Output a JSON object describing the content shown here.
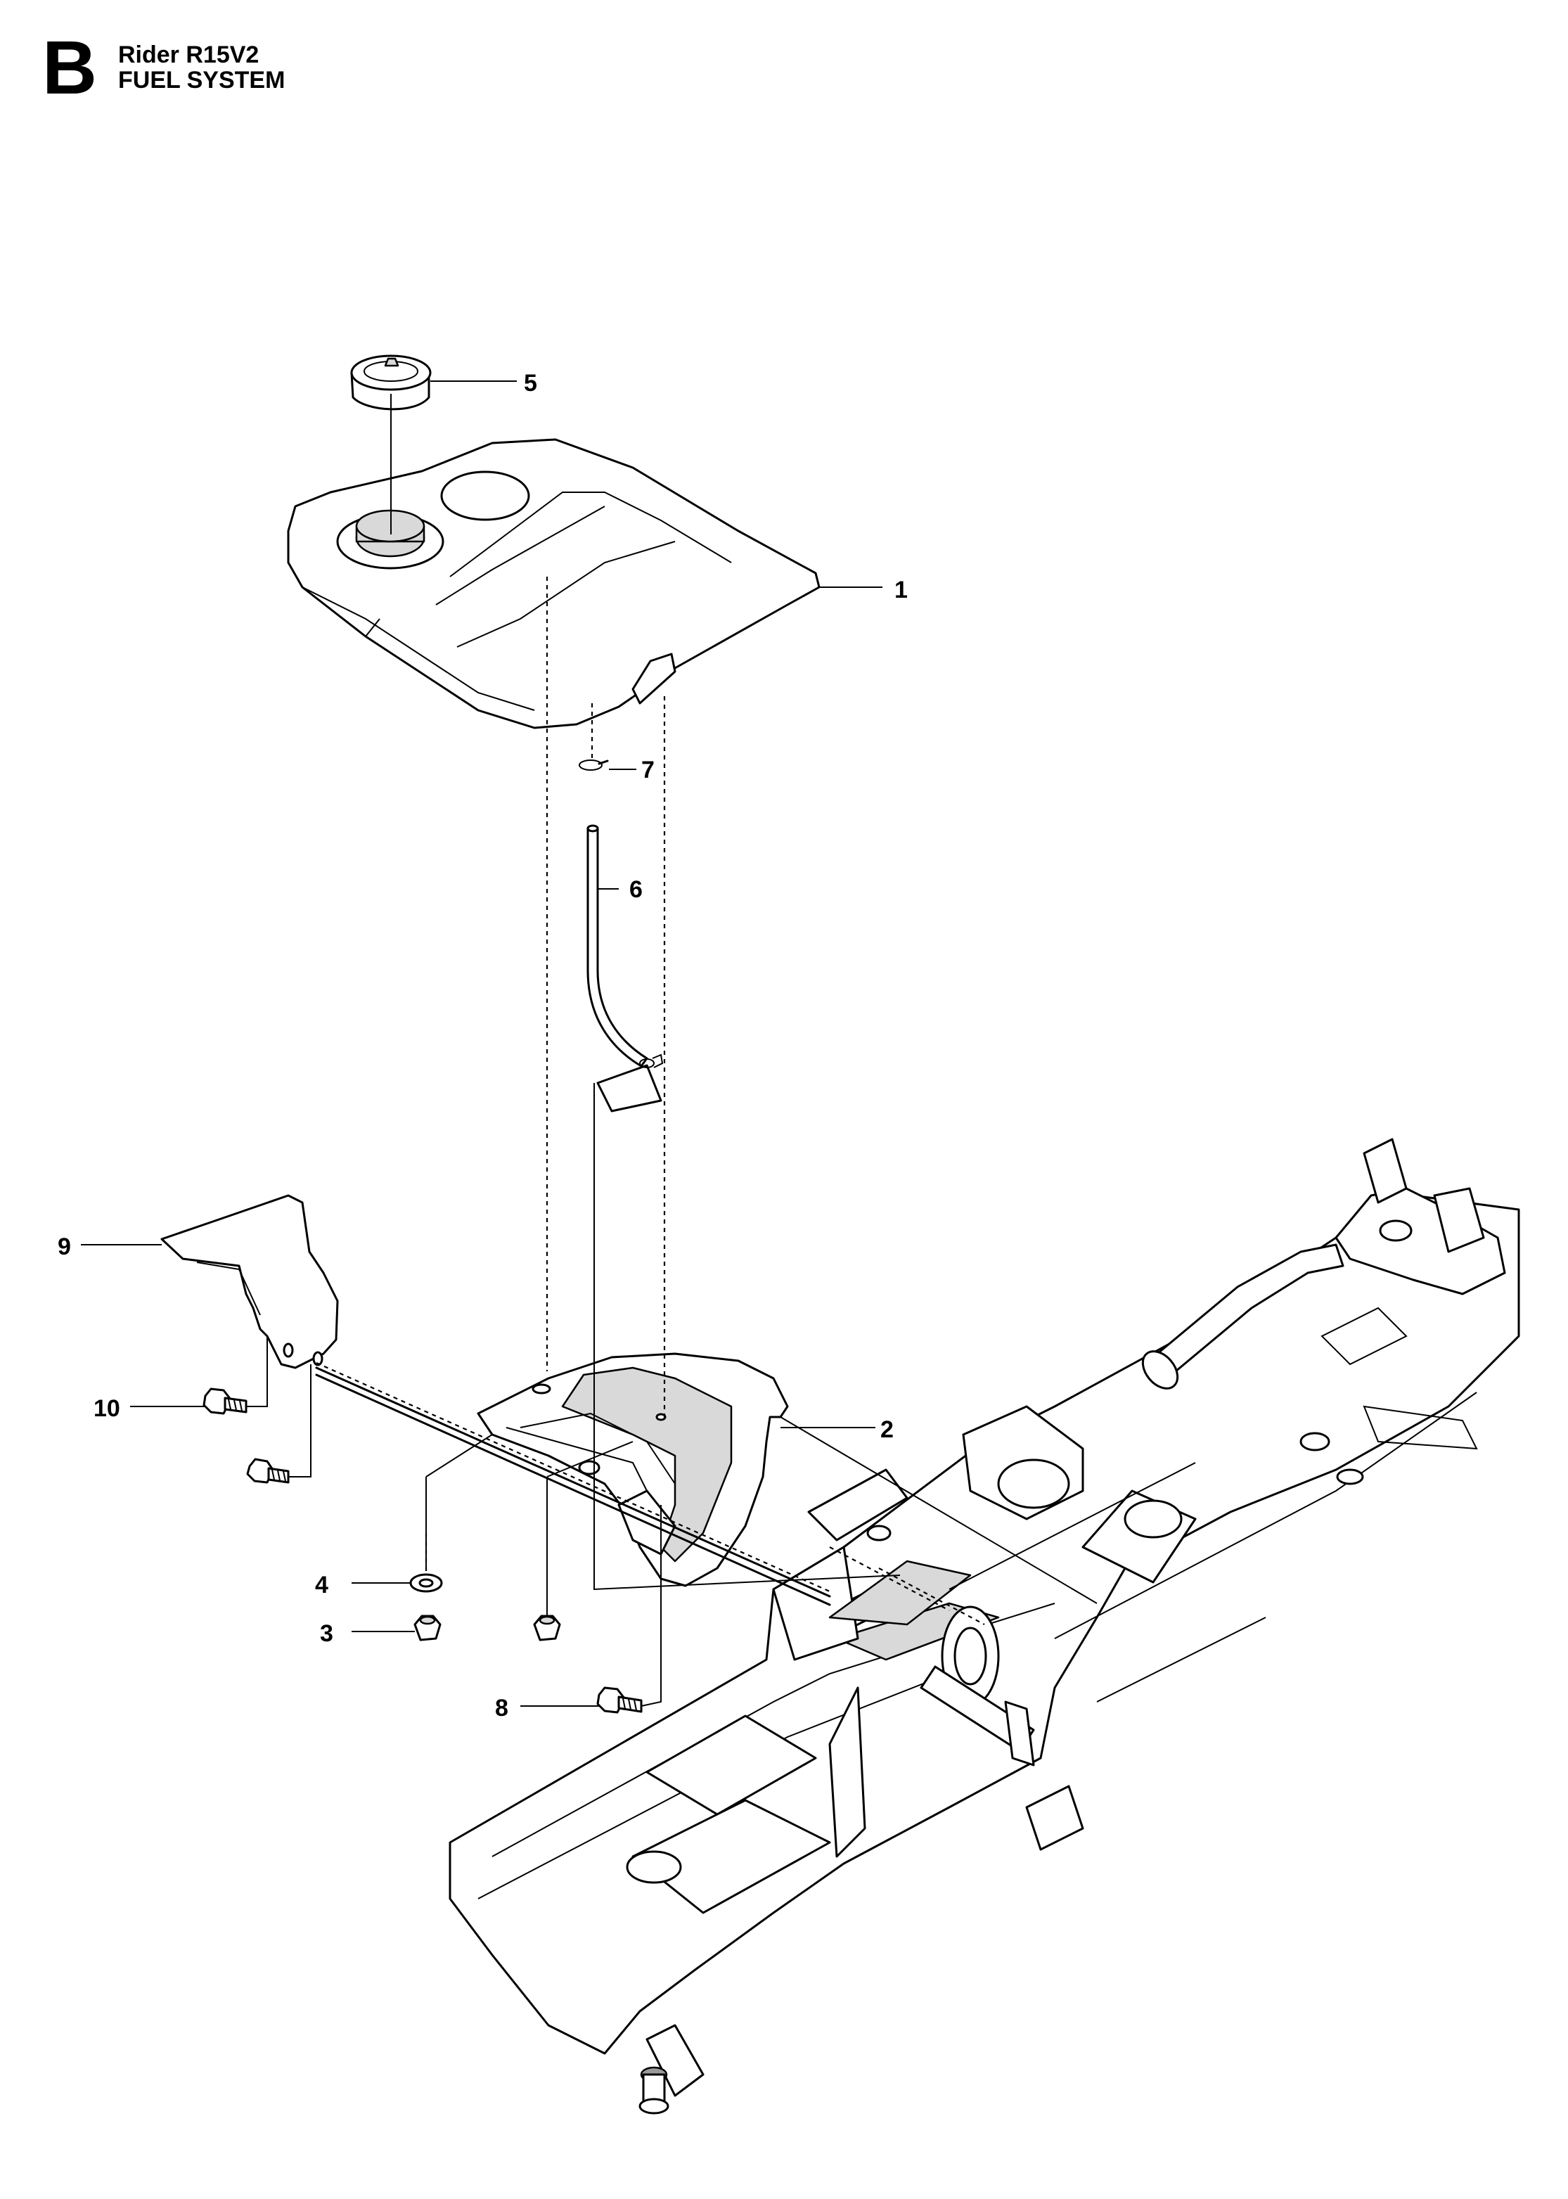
{
  "header": {
    "section_letter": "B",
    "model": "Rider R15V2",
    "section": "FUEL SYSTEM"
  },
  "callouts": [
    {
      "id": "1",
      "label": "1"
    },
    {
      "id": "2",
      "label": "2"
    },
    {
      "id": "3",
      "label": "3"
    },
    {
      "id": "4",
      "label": "4"
    },
    {
      "id": "5",
      "label": "5"
    },
    {
      "id": "6",
      "label": "6"
    },
    {
      "id": "7",
      "label": "7"
    },
    {
      "id": "8",
      "label": "8"
    },
    {
      "id": "9",
      "label": "9"
    },
    {
      "id": "10",
      "label": "10"
    }
  ]
}
